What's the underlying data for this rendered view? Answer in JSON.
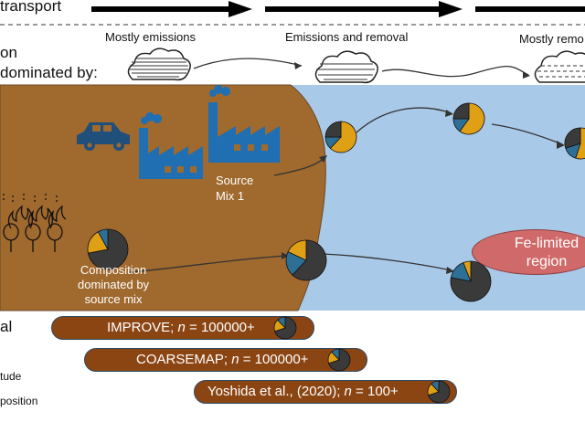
{
  "header": {
    "transport_label": "transport",
    "left_label_1": "on",
    "left_label_2": "dominated by:",
    "stage_1": "Mostly emissions",
    "stage_2": "Emissions and removal",
    "stage_3": "Mostly remo"
  },
  "land": {
    "source_mix_line1": "Source",
    "source_mix_line2": "Mix 1",
    "composition_line1": "Composition",
    "composition_line2": "dominated by",
    "composition_line3": "source mix"
  },
  "ocean": {
    "fe_limited_line1": "Fe-limited",
    "fe_limited_line2": "region"
  },
  "left_labels": {
    "al": "al",
    "tude": "tude",
    "position": "position"
  },
  "datasets": [
    {
      "label": "IMPROVE; ",
      "n_label": "n",
      "count": " = 100000+"
    },
    {
      "label": "COARSEMAP; ",
      "n_label": "n",
      "count": " = 100000+"
    },
    {
      "label": "Yoshida et al., (2020); ",
      "n_label": "n",
      "count": " = 100+"
    }
  ],
  "colors": {
    "land": "#a0692e",
    "ocean": "#a9c9e8",
    "pie_dark": "#3a3a3a",
    "pie_gold": "#e0a016",
    "pie_blue": "#2e6f96",
    "factory_blue": "#1f6fb2",
    "car_blue": "#1f4f7a",
    "bar_brown": "#8b4513",
    "fe_region": "#d06a6a"
  },
  "icons": [
    "car-icon",
    "factory-icon",
    "wildfire-icon",
    "tree-icon",
    "cloud-icon"
  ]
}
